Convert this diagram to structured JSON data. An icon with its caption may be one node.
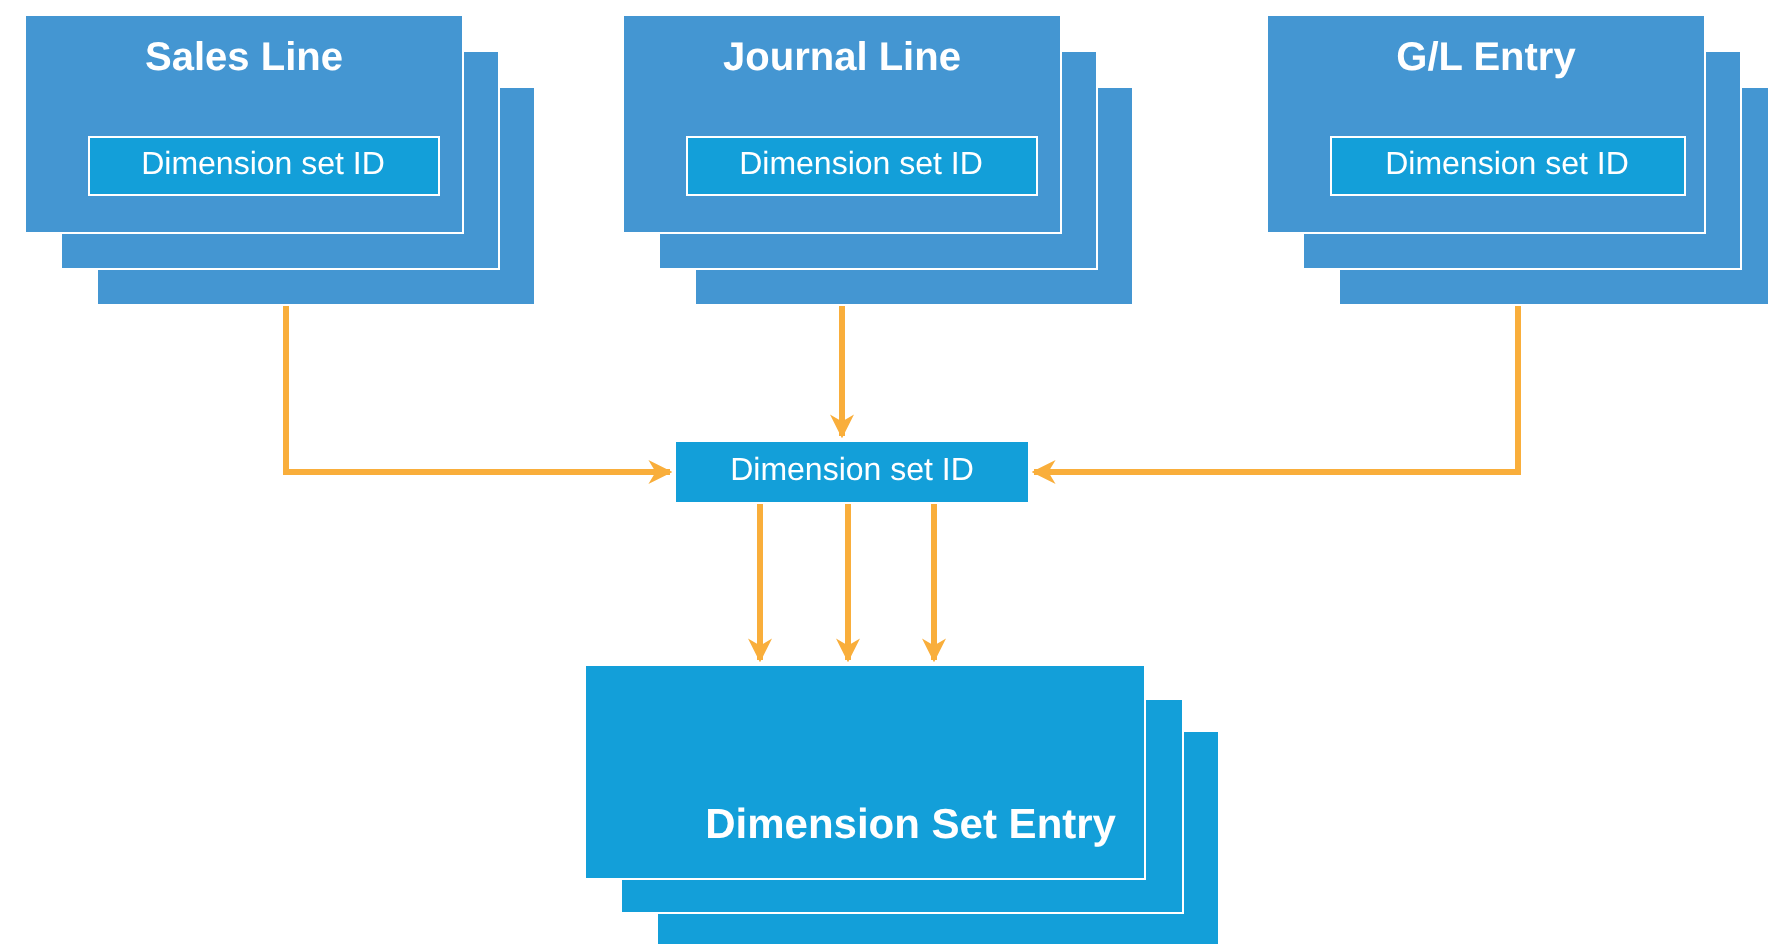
{
  "diagram": {
    "nodes": [
      {
        "text": [
          "Sales Line"
        ]
      },
      {
        "text": [
          "Dimension set ID"
        ],
        "in": 0
      },
      {
        "text": [
          "Journal Line"
        ]
      },
      {
        "text": [
          "Dimension set ID"
        ],
        "in": 2
      },
      {
        "text": [
          "G/L Entry"
        ]
      },
      {
        "text": [
          "Dimension set ID"
        ],
        "in": 4
      },
      {
        "text": [
          "Dimension set ID"
        ]
      },
      {
        "text": [
          "Dimension Set Entry"
        ]
      }
    ],
    "edges": [
      {
        "from": 0,
        "to": 6,
        "arrow": "to"
      },
      {
        "from": 2,
        "to": 6,
        "arrow": "to"
      },
      {
        "from": 4,
        "to": 6,
        "arrow": "to"
      },
      {
        "from": 6,
        "to": 7,
        "arrow": "to"
      },
      {
        "from": 6,
        "to": 7,
        "arrow": "to"
      },
      {
        "from": 6,
        "to": 7,
        "arrow": "to"
      }
    ]
  }
}
